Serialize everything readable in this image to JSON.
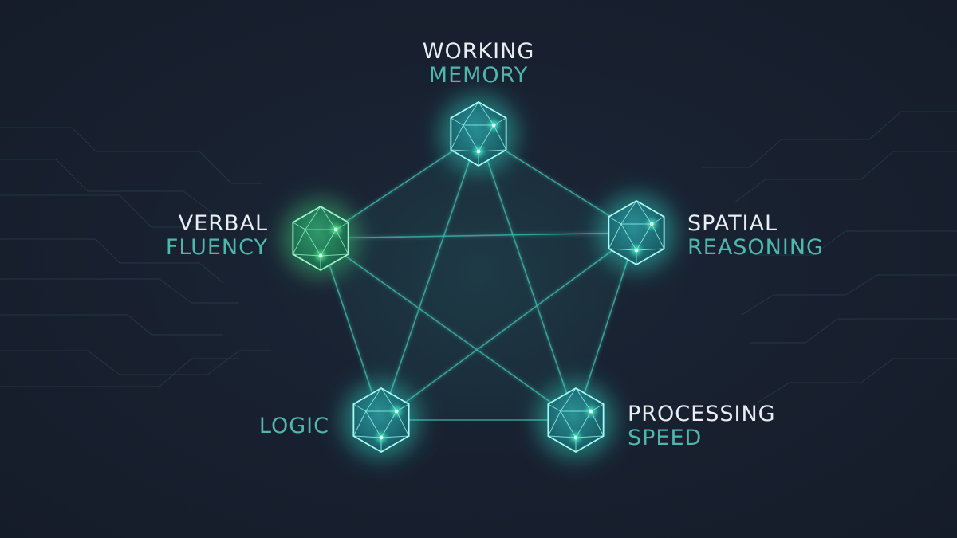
{
  "colors": {
    "background": "#18202f",
    "accent_teal": "#4fb8ad",
    "line_teal": "#3fb0a6",
    "node_cyan": "#2ee6d6",
    "node_green": "#3ddc84",
    "text_white": "#e8eef2"
  },
  "nodes": [
    {
      "id": "working-memory",
      "line1": "WORKING",
      "line2": "MEMORY",
      "icon": "icosahedron-icon",
      "glow": "cyan"
    },
    {
      "id": "spatial-reasoning",
      "line1": "SPATIAL",
      "line2": "REASONING",
      "icon": "icosahedron-icon",
      "glow": "cyan"
    },
    {
      "id": "processing-speed",
      "line1": "PROCESSING",
      "line2": "SPEED",
      "icon": "icosahedron-icon",
      "glow": "cyan"
    },
    {
      "id": "logic",
      "line1": "",
      "line2": "LOGIC",
      "icon": "icosahedron-icon",
      "glow": "cyan"
    },
    {
      "id": "verbal-fluency",
      "line1": "VERBAL",
      "line2": "FLUENCY",
      "icon": "icosahedron-icon",
      "glow": "green"
    }
  ],
  "connections": "fully-connected",
  "decoration": "circuit-traces"
}
